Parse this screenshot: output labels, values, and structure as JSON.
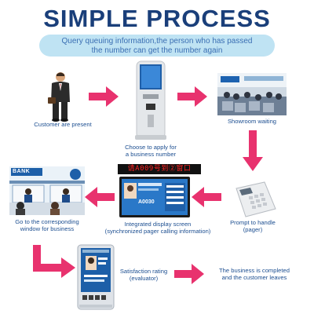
{
  "title": "SIMPLE PROCESS",
  "banner": {
    "line1": "Query queuing information,the person who has passed",
    "line2": "the number can get the number again"
  },
  "steps": [
    {
      "line1": "Customer are present",
      "line2": ""
    },
    {
      "line1": "Choose to apply for",
      "line2": "a business number"
    },
    {
      "line1": "Showroom waiting",
      "line2": ""
    },
    {
      "line1": "Prompt to handle",
      "line2": "(pager)"
    },
    {
      "line1": "Integrated display screen",
      "line2": "(synchronized pager calling information)"
    },
    {
      "line1": "Go to the corresponding",
      "line2": "window for business"
    },
    {
      "line1": "Satisfaction rating",
      "line2": "(evaluator)"
    },
    {
      "line1": "The business is completed",
      "line2": "and the customer leaves"
    }
  ],
  "led_text": "请A009号到②窗口",
  "bank_sign": "BANK",
  "screen_number": "A0030",
  "colors": {
    "title": "#1a3f7a",
    "banner_bg": "#bfe3f3",
    "arrow": "#e8326e",
    "caption": "#1d4f91"
  },
  "icons": {
    "arrow": "pink-arrow-icon",
    "kiosk": "kiosk-icon",
    "pager": "pager-icon",
    "evaluator": "evaluator-icon"
  }
}
